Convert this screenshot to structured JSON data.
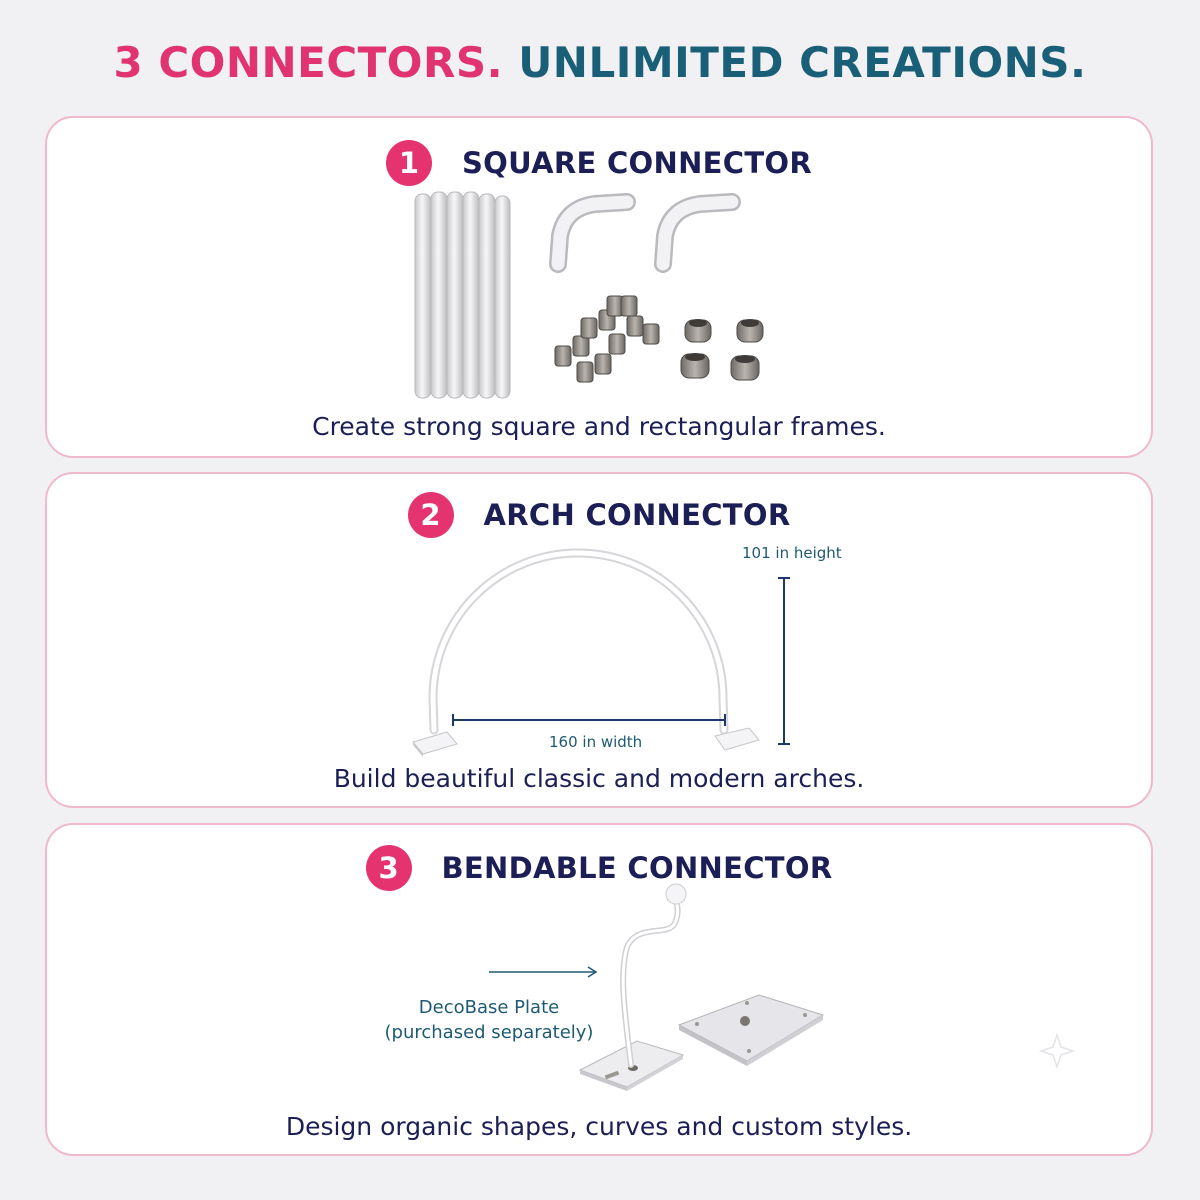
{
  "headline": {
    "part1": "3 CONNECTORS.",
    "part2": "UNLIMITED CREATIONS."
  },
  "panels": [
    {
      "number": "1",
      "title": "SQUARE CONNECTOR",
      "caption": "Create strong square and rectangular frames."
    },
    {
      "number": "2",
      "title": "ARCH CONNECTOR",
      "caption": "Build beautiful classic and modern arches.",
      "height_label": "101 in height",
      "width_label": "160 in width"
    },
    {
      "number": "3",
      "title": "BENDABLE CONNECTOR",
      "caption": "Design organic shapes, curves and custom styles.",
      "deco_line1": "DecoBase Plate",
      "deco_line2": "(purchased separately)"
    }
  ],
  "colors": {
    "pink": "#e0336f",
    "teal": "#1a5f78",
    "navy": "#1b1f55",
    "border": "#efb9cb"
  }
}
